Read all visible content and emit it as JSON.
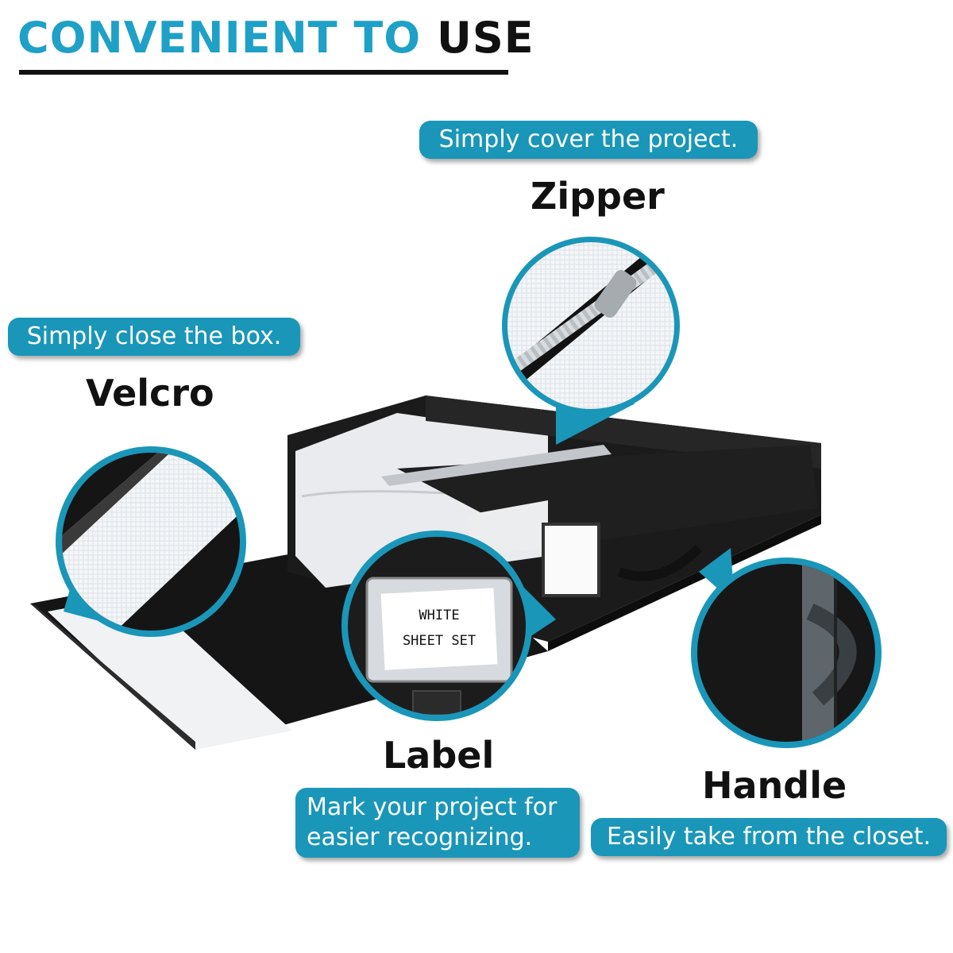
{
  "header": {
    "title_accent": "CONVENIENT TO",
    "title_dark": "USE"
  },
  "features": {
    "zipper": {
      "caption": "Simply cover the project.",
      "label": "Zipper"
    },
    "velcro": {
      "caption": "Simply close the box.",
      "label": "Velcro"
    },
    "label": {
      "caption_line1": "Mark your project for",
      "caption_line2": "easier recognizing.",
      "label": "Label"
    },
    "handle": {
      "caption": "Easily take from the closet.",
      "label": "Handle"
    }
  },
  "tag_card": {
    "line1": "WHITE",
    "line2": "SHEET SET"
  },
  "colors": {
    "accent": "#1ea0c7",
    "pill": "#1a96b9",
    "dark": "#111111"
  },
  "icons": [
    "zipper-closeup",
    "velcro-closeup",
    "label-closeup",
    "handle-closeup"
  ]
}
